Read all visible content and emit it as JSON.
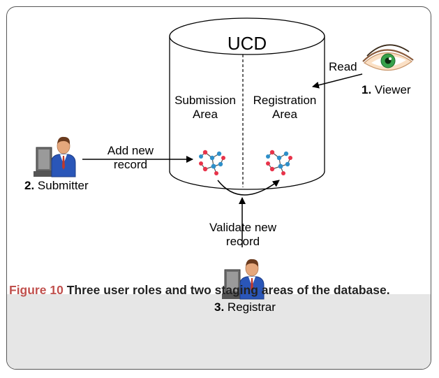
{
  "diagram": {
    "database": {
      "title": "UCD"
    },
    "areas": {
      "submission": {
        "line1": "Submission",
        "line2": "Area"
      },
      "registration": {
        "line1": "Registration",
        "line2": "Area"
      }
    },
    "roles": {
      "viewer": {
        "number": "1.",
        "name": "Viewer",
        "action": "Read"
      },
      "submitter": {
        "number": "2.",
        "name": "Submitter",
        "action_line1": "Add new",
        "action_line2": "record"
      },
      "registrar": {
        "number": "3.",
        "name": "Registrar",
        "action_line1": "Validate new",
        "action_line2": "record"
      }
    },
    "icons": {
      "viewer": "eye-icon",
      "submitter": "user-at-computer-icon",
      "registrar": "user-at-computer-icon",
      "record": "molecule-network-icon"
    }
  },
  "caption": {
    "figure_label": "Figure 10",
    "text": "Three user roles and two staging areas of the database."
  },
  "colors": {
    "caption_label": "#c0504d",
    "caption_background": "#e6e6e6",
    "node_red": "#e8334a",
    "node_blue": "#2e8fc9"
  }
}
